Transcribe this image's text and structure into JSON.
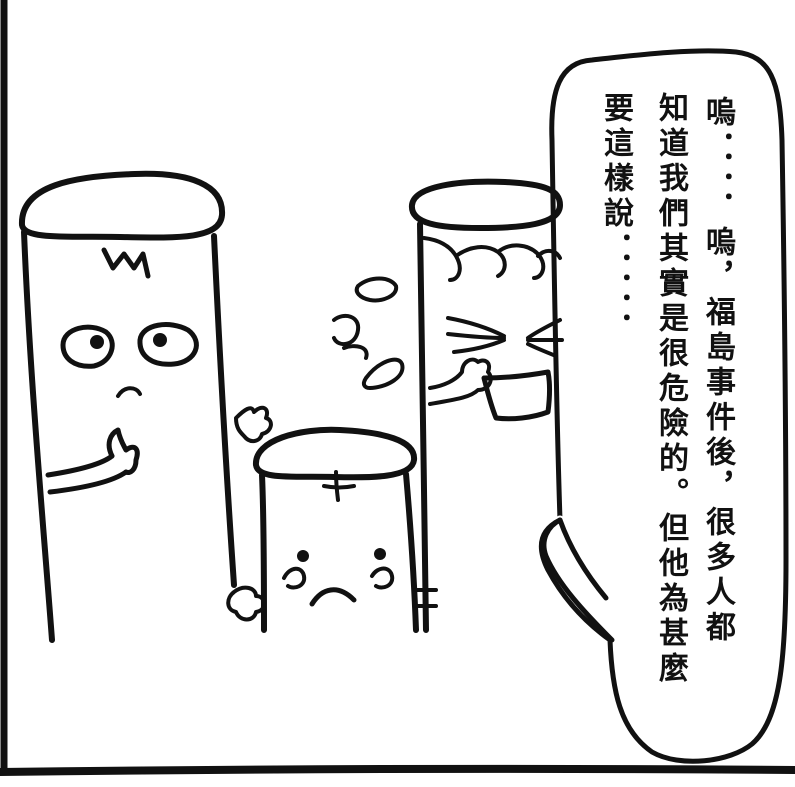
{
  "speech_bubble": {
    "columns": [
      "嗚．．．．嗚，福島事件後，很多人都",
      "知道我們其實是很危險的。但他為甚麼",
      "要這樣說．．．．．"
    ]
  },
  "characters": [
    {
      "id": "left-tall",
      "expression": "puzzled"
    },
    {
      "id": "small-middle",
      "expression": "sad"
    },
    {
      "id": "right-tall",
      "expression": "laughing"
    }
  ],
  "colors": {
    "ink": "#111111",
    "paper": "#ffffff"
  }
}
